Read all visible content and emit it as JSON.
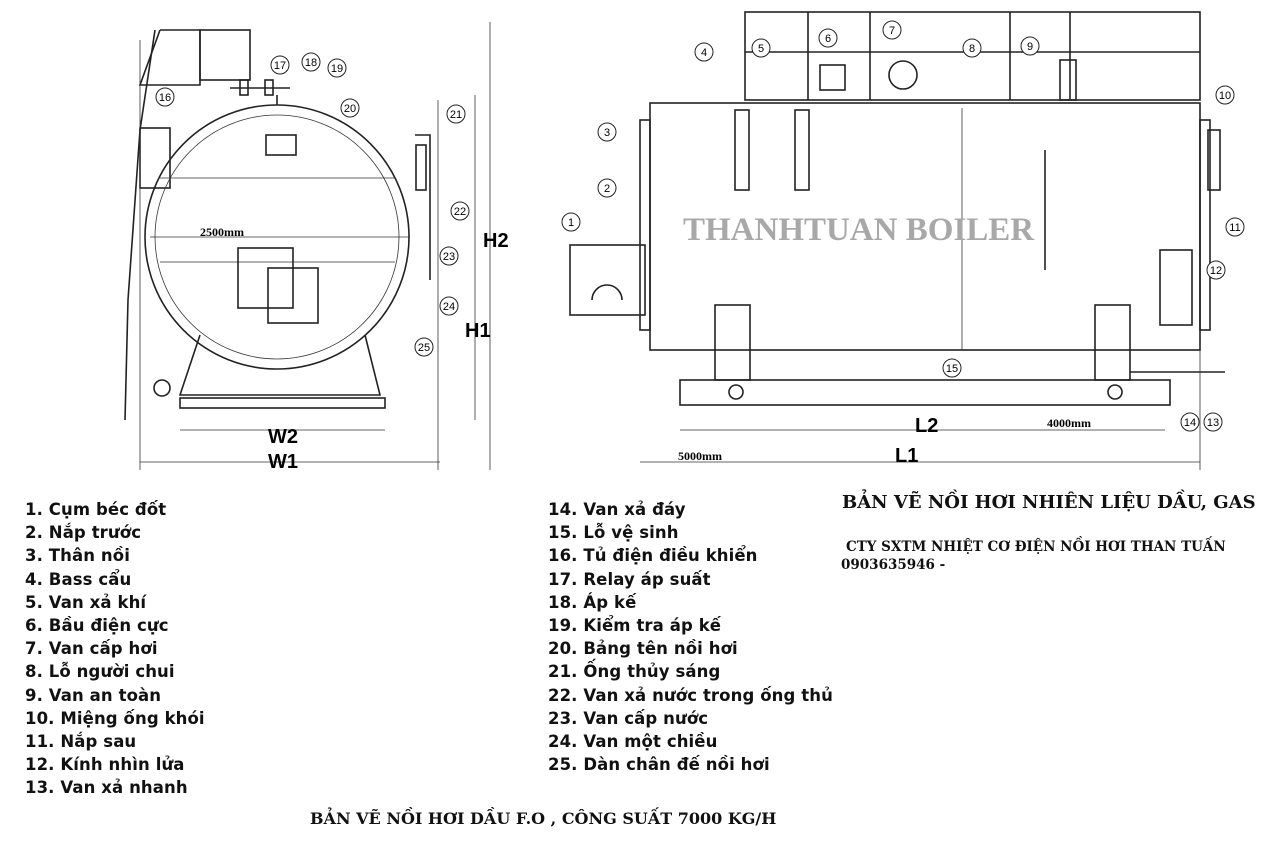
{
  "watermark": "THANHTUAN BOILER",
  "dimensions": {
    "diameter": "2500mm",
    "h2": "H2",
    "h1": "H1",
    "w2": "W2",
    "w1": "W1",
    "l2": "L2",
    "l1": "L1",
    "l2_value": "4000mm",
    "l1_value": "5000mm"
  },
  "callouts_left": [
    "16",
    "17",
    "18",
    "19",
    "20",
    "21",
    "22",
    "23",
    "24",
    "25"
  ],
  "callouts_right": [
    "1",
    "2",
    "3",
    "4",
    "5",
    "6",
    "7",
    "8",
    "9",
    "10",
    "11",
    "12",
    "13",
    "14",
    "15"
  ],
  "parts_left": [
    "1. Cụm béc đốt",
    "2. Nắp trước",
    "3. Thân nồi",
    "4. Bass cẩu",
    "5. Van xả khí",
    "6. Bầu điện cực",
    "7. Van cấp hơi",
    "8. Lỗ người chui",
    "9. Van an toàn",
    "10. Miệng ống khói",
    "11. Nắp sau",
    "12. Kính nhìn lửa",
    "13. Van xả nhanh"
  ],
  "parts_right": [
    "14. Van xả đáy",
    "15. Lỗ vệ sinh",
    "16. Tủ điện điều khiển",
    "17. Relay áp suất",
    "18. Áp kế",
    "19. Kiểm tra áp kế",
    "20. Bảng tên nồi hơi",
    "21. Ống thủy sáng",
    "22. Van xả nước trong ống thủ",
    "23. Van cấp nước",
    "24. Van một chiều",
    "25. Dàn chân đế nồi hơi"
  ],
  "title": "BẢN VẼ NỒI HƠI NHIÊN LIỆU DẦU, GAS",
  "company": "CTY SXTM NHIỆT CƠ ĐIỆN NỒI HƠI THAN TUẤN",
  "phone": "0903635946 -",
  "bottom_title": "BẢN VẼ NỒI HƠI DẦU F.O , CÔNG SUẤT 7000 KG/H"
}
